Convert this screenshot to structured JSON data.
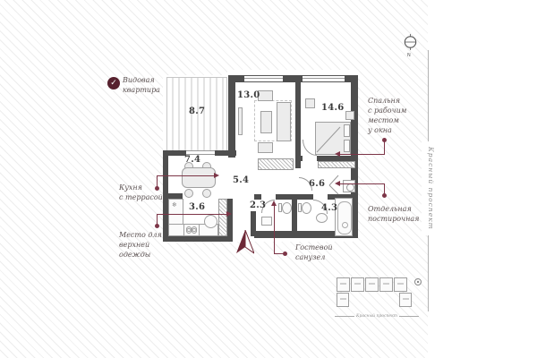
{
  "badge": {
    "check": "✓",
    "line1": "Видовая",
    "line2": "квартира"
  },
  "rooms": {
    "terrace": {
      "area": "8.7"
    },
    "living": {
      "area": "13.0"
    },
    "bedroom": {
      "area": "14.6"
    },
    "dining": {
      "area": "7.4"
    },
    "hall": {
      "area": "5.4"
    },
    "corridor": {
      "area": "6.6"
    },
    "kitchen": {
      "area": "3.6"
    },
    "guest_wc": {
      "area": "2.3"
    },
    "bath": {
      "area": "4.3"
    }
  },
  "callouts": {
    "kitchen_terrace": {
      "lines": [
        "Кухня",
        "с террасой"
      ]
    },
    "wardrobe": {
      "lines": [
        "Место для",
        "верхней",
        "одежды"
      ]
    },
    "bedroom": {
      "lines": [
        "Спальня",
        "с рабочим",
        "местом",
        "у окна"
      ]
    },
    "laundry": {
      "lines": [
        "Отдельная",
        "постирочная"
      ]
    },
    "guest_wc": {
      "lines": [
        "Гостевой",
        "санузел"
      ]
    }
  },
  "street": {
    "name": "Красный проспект"
  },
  "site_plan": {
    "caption": "Красный проспект"
  },
  "compass": {
    "north": "N"
  },
  "icons": {
    "snowflake": "❄"
  },
  "colors": {
    "accent": "#57212e",
    "connector": "#7c3547",
    "wall": "#4e4e4e"
  }
}
